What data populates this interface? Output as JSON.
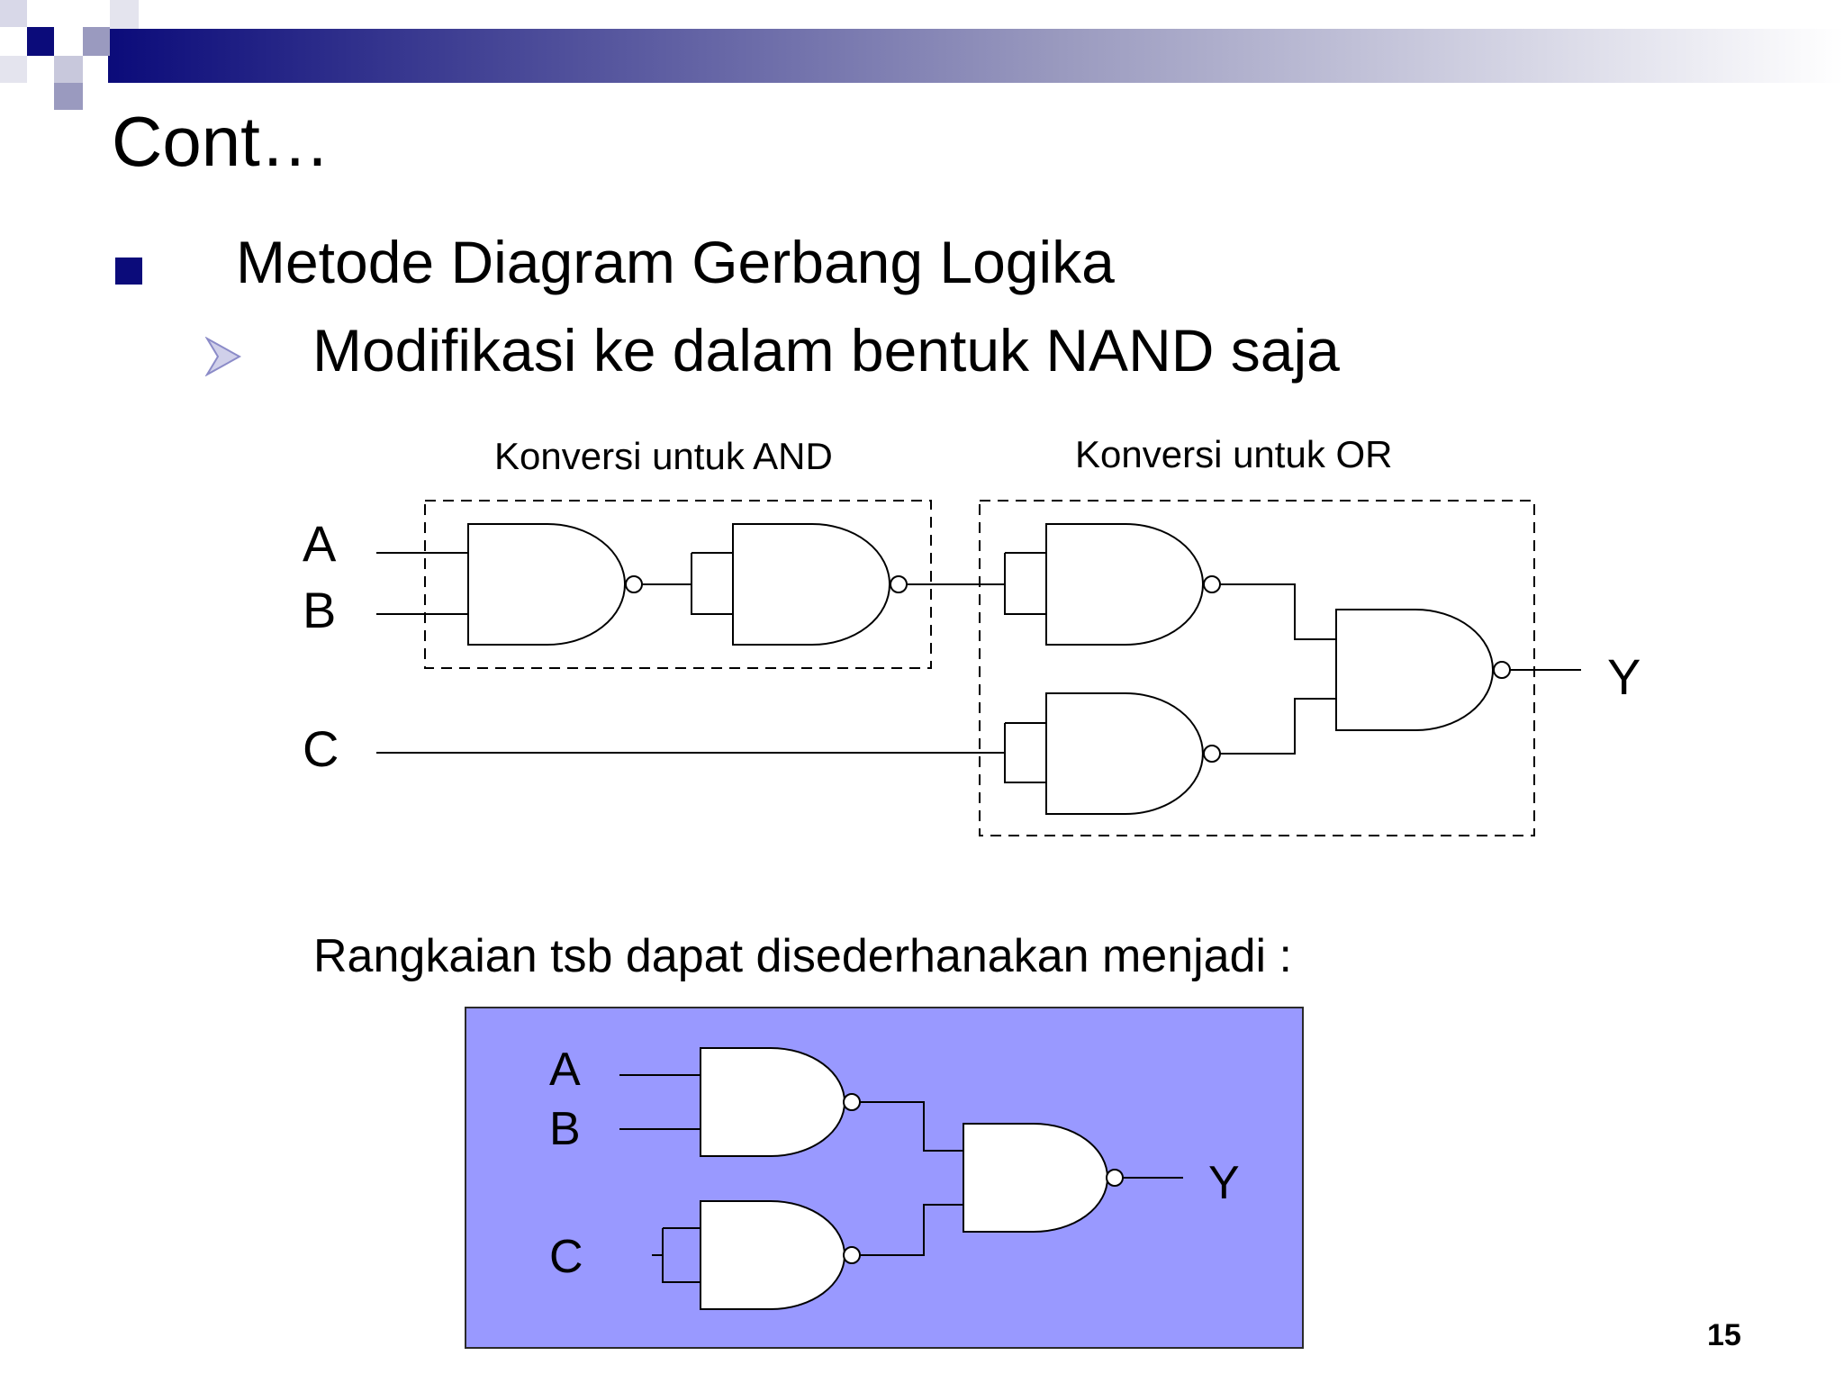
{
  "slide": {
    "title": "Cont…",
    "bullet1": "Metode Diagram Gerbang Logika",
    "bullet2": "Modifikasi ke dalam bentuk NAND saja",
    "simplify_note": "Rangkaian tsb dapat disederhanakan menjadi :",
    "page_number": "15"
  },
  "diagram": {
    "and_group_label": "Konversi untuk AND",
    "or_group_label": "Konversi untuk OR",
    "inputs": [
      "A",
      "B",
      "C"
    ],
    "output": "Y"
  },
  "simplified": {
    "inputs": [
      "A",
      "B",
      "C"
    ],
    "output": "Y",
    "background": "#9999ff"
  },
  "colors": {
    "header_dark": "#0b0b7a",
    "header_light": "#ffffff",
    "bullet_arrow": "#8b8bc8"
  }
}
